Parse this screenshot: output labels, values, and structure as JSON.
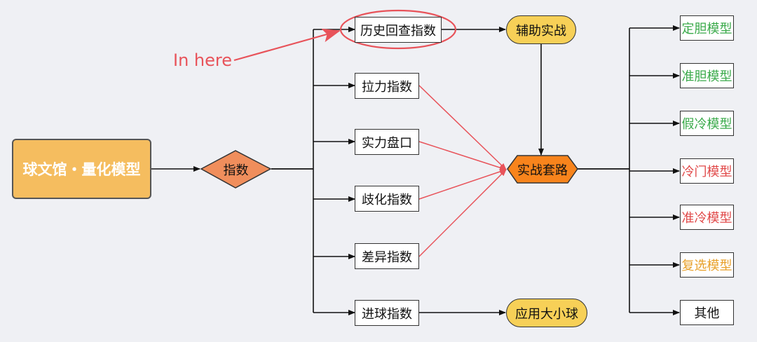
{
  "root": {
    "label": "球文馆・量化模型"
  },
  "center": {
    "label": "指数"
  },
  "indices": [
    {
      "label": "历史回查指数"
    },
    {
      "label": "拉力指数"
    },
    {
      "label": "实力盘口"
    },
    {
      "label": "歧化指数"
    },
    {
      "label": "差异指数"
    },
    {
      "label": "进球指数"
    }
  ],
  "aux": {
    "label": "辅助实战"
  },
  "ballsize": {
    "label": "应用大小球"
  },
  "strategy": {
    "label": "实战套路"
  },
  "models": [
    {
      "label": "定胆模型",
      "color": "#3aaa4a"
    },
    {
      "label": "准胆模型",
      "color": "#3aaa4a"
    },
    {
      "label": "假冷模型",
      "color": "#3aaa4a"
    },
    {
      "label": "冷门模型",
      "color": "#e04848"
    },
    {
      "label": "准冷模型",
      "color": "#e04848"
    },
    {
      "label": "复选模型",
      "color": "#e8a02a"
    },
    {
      "label": "其他",
      "color": "#111111"
    }
  ],
  "annotation": {
    "text": "In here",
    "color": "#e8535a"
  },
  "colors": {
    "root_fill": "#f5bd5f",
    "center_fill": "#f08e5c",
    "strategy_fill": "#f8841c",
    "pill_fill": "#f7d057",
    "red_line": "#e8535a"
  }
}
